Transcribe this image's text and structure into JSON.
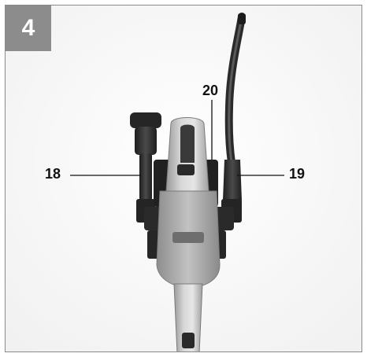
{
  "figure": {
    "number": "4",
    "callouts": {
      "accessory_left": "18",
      "accessory_right": "19",
      "holder": "20"
    },
    "colors": {
      "badge": "#8c8c8c",
      "border": "#8a8a8a",
      "tool_body": "#c9c9c9",
      "accessory": "#2e2e2e"
    }
  }
}
